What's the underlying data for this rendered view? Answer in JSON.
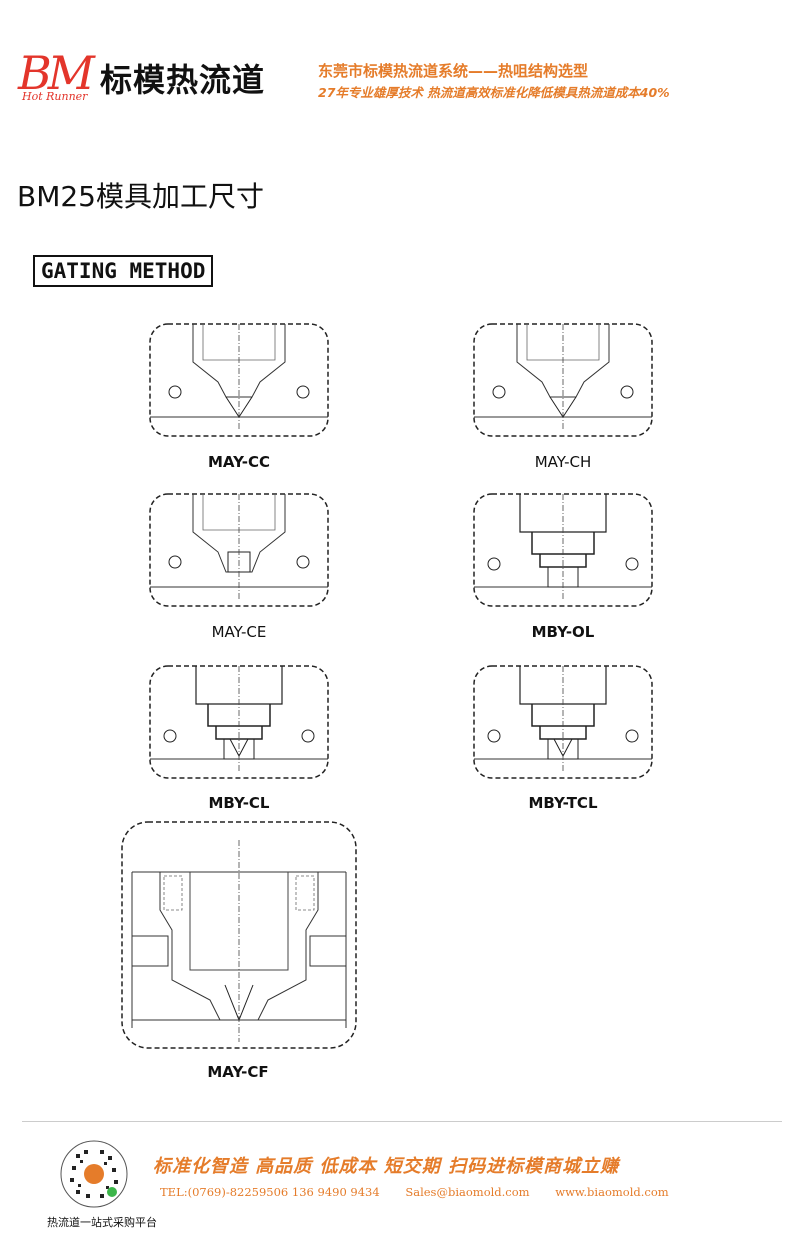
{
  "header": {
    "logo_text": "BM",
    "logo_sub": "Hot Runner",
    "brand": "标模热流道",
    "tagline_1": "东莞市标模热流道系统——热咀结构选型",
    "tagline_2": "27年专业雄厚技术 热流道高效标准化降低模具热流道成本40%"
  },
  "page_title": "BM25模具加工尺寸",
  "section_title": "GATING METHOD",
  "diagrams": [
    {
      "label": "MAY-CC"
    },
    {
      "label": "MAY-CH"
    },
    {
      "label": "MAY-CE"
    },
    {
      "label": "MBY-OL"
    },
    {
      "label": "MBY-CL"
    },
    {
      "label": "MBY-TCL"
    },
    {
      "label": "MAY-CF"
    }
  ],
  "footer": {
    "qr_caption": "热流道一站式采购平台",
    "slogan": "标准化智造 高品质 低成本 短交期 扫码进标模商城立赚",
    "tel": "TEL:(0769)-82259506 136 9490 9434",
    "email": "Sales@biaomold.com",
    "website": "www.biaomold.com"
  },
  "colors": {
    "brand_red": "#e3352b",
    "accent_orange": "#e57c2a"
  }
}
